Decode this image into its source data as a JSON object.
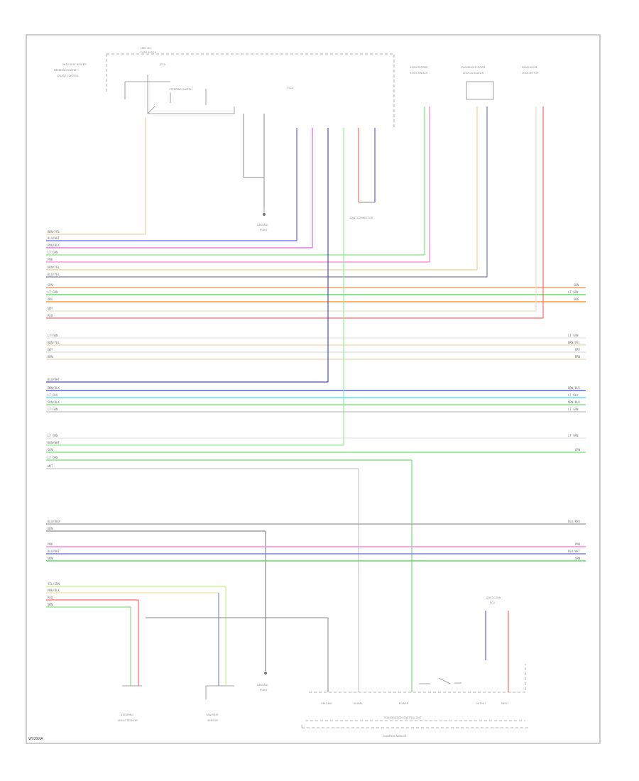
{
  "diagram": {
    "components": {
      "ecu_top": "ECU",
      "left_note": "WITH SEAT HEATER",
      "left_detail_1": "STEERING SWITCH",
      "left_detail_2": "CRUISE CONTROL",
      "top_conn_1": "UNIT TO",
      "top_conn_2": "FUSE BLOCK",
      "top_conn_3": "ECU",
      "right_1": "DRIVER DOOR",
      "right_1b": "LOCK SWITCH",
      "right_2": "PASSENGER DOOR",
      "right_2b": "LOCK ACTUATOR",
      "right_3": "REAR DOOR",
      "right_3b": "LOCK MOTOR",
      "mid_ground": "GROUND",
      "mid_ground_b": "POINT",
      "mid_connector": "JOINT CONNECTOR",
      "bottom_left_1": "STEERING",
      "bottom_left_1b": "ANGLE SENSOR",
      "bottom_left_2": "YAW RATE",
      "bottom_left_2b": "SENSOR",
      "bottom_ground": "GROUND",
      "bottom_ground_b": "POINT",
      "bottom_right_top": "JOINT CONN",
      "bottom_right_top_b": "ECU",
      "control_unit": "TRANSMISSION CONTROL UNIT",
      "control_module": "CONTROL MODULE",
      "box_label_1": "POWER",
      "box_label_2": "SIGNAL",
      "box_label_3": "GROUND",
      "box_label_4": "OUTPUT",
      "box_label_5": "INPUT"
    },
    "wires": {
      "l1": "BRN/YEL",
      "l2": "BLU/WHT",
      "l3": "PNK/BLK",
      "l4": "LT GRN",
      "l5": "PNK",
      "l6": "BRN/YEL",
      "l7": "BLU/YEL",
      "l8": "GRN",
      "l9": "LT GRN",
      "l10": "ORG",
      "l11": "GRY",
      "l12": "RED",
      "l13": "LT GRN",
      "l14": "BRN/YEL",
      "l15": "GRY",
      "l16": "BRN",
      "l17": "BLU/WHT",
      "l18": "BRN/BLK",
      "l19": "LT BLU",
      "l20": "GRN/BLK",
      "l21": "LT GRN",
      "l22": "LT GRN",
      "l23": "BRN/WHT",
      "l24": "GRN",
      "l25": "LT GRN",
      "l26": "WHT",
      "l27": "BLU/RED",
      "l28": "BRN",
      "l29": "PNK",
      "l30": "BLU/WHT",
      "l31": "GRN",
      "l32": "YEL/GRN",
      "l33": "PNK/BLK",
      "l34": "RED",
      "l35": "GRN",
      "r1": "GRN",
      "r2": "LT GRN",
      "r3": "ORG",
      "r4": "LT GRN",
      "r5": "BRN/YEL",
      "r6": "GRY",
      "r7": "BRN",
      "r8": "BRN/BLK",
      "r9": "LT BLU",
      "r10": "GRN/BLK",
      "r11": "LT GRN",
      "r12": "LT GRN",
      "r13": "GRN",
      "r14": "BLU/RED",
      "r15": "PNK",
      "r16": "BLU/WHT",
      "r17": "GRN"
    },
    "footer": "W0398IA"
  }
}
